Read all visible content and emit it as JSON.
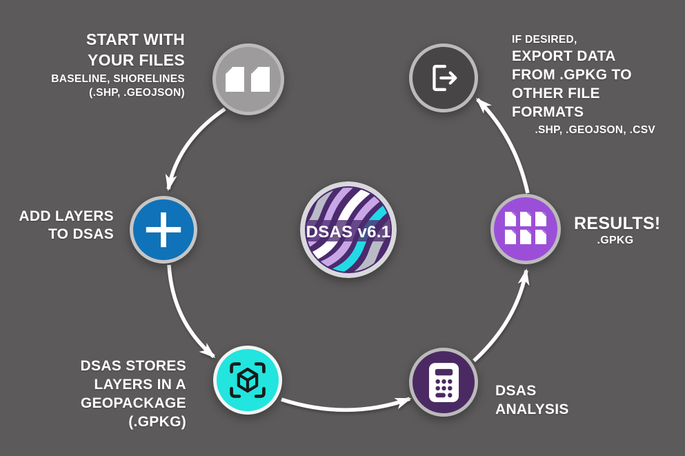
{
  "background": "#5c5a5a",
  "arrow_color": "#ffffff",
  "logo": {
    "label": "DSAS v6.1",
    "fill": "#4b2a6e",
    "ring_color": "#d9d9dd",
    "stripe_colors": {
      "white": "#ffffff",
      "lavender": "#c9a7e6",
      "cyan": "#24d9e6",
      "gray": "#b9bcc6"
    }
  },
  "steps": {
    "start": {
      "title_lines": [
        "START WITH",
        "YOUR FILES"
      ],
      "sub_lines": [
        "BASELINE, SHORELINES",
        "(.SHP, .GEOJSON)"
      ],
      "icon": "documents-icon",
      "circle_fill": "#9d9b9b",
      "ring": "#bcbaba"
    },
    "add_layers": {
      "title_lines": [
        "ADD LAYERS",
        "TO DSAS"
      ],
      "icon": "plus-icon",
      "circle_fill": "#1072b8",
      "ring": "#c6c6c6"
    },
    "geopackage": {
      "title_lines": [
        "DSAS STORES",
        "LAYERS IN A",
        "GEOPACKAGE",
        "(.GPKG)"
      ],
      "icon": "cube-scan-icon",
      "circle_fill": "#21e5de",
      "ring": "#f4f4f4"
    },
    "analysis": {
      "title_lines": [
        "DSAS",
        "ANALYSIS"
      ],
      "icon": "calculator-icon",
      "circle_fill": "#4b2a63",
      "ring": "#bcbaba"
    },
    "results": {
      "title": "RESULTS!",
      "sub": ".GPKG",
      "icon": "documents-grid-icon",
      "circle_fill": "#9b4fd8",
      "ring": "#bcbaba"
    },
    "export": {
      "pre": "IF DESIRED,",
      "title_lines": [
        "EXPORT DATA",
        "FROM .GPKG TO",
        "OTHER FILE FORMATS"
      ],
      "sub": ".SHP, .GEOJSON, .CSV",
      "icon": "export-icon",
      "circle_fill": "#474545",
      "ring": "#b3b1b1"
    }
  }
}
